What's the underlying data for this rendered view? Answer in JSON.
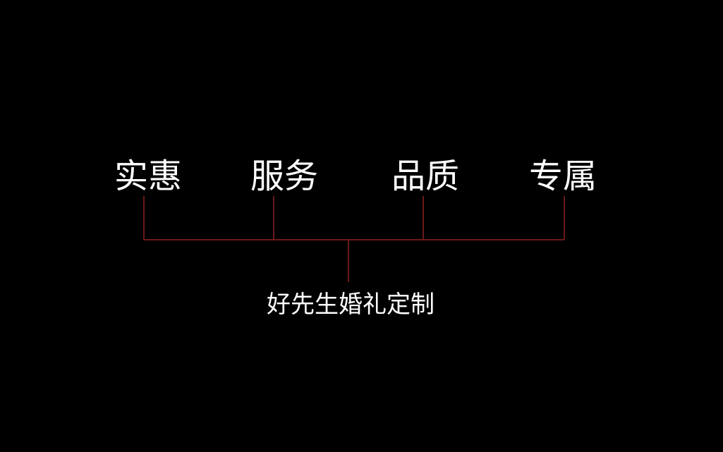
{
  "diagram": {
    "nodes": [
      {
        "label": "实惠"
      },
      {
        "label": "服务"
      },
      {
        "label": "品质"
      },
      {
        "label": "专属"
      }
    ],
    "root": {
      "label": "好先生婚礼定制"
    },
    "colors": {
      "background": "#000000",
      "text": "#ffffff",
      "connector": "#6b1a1a"
    }
  }
}
